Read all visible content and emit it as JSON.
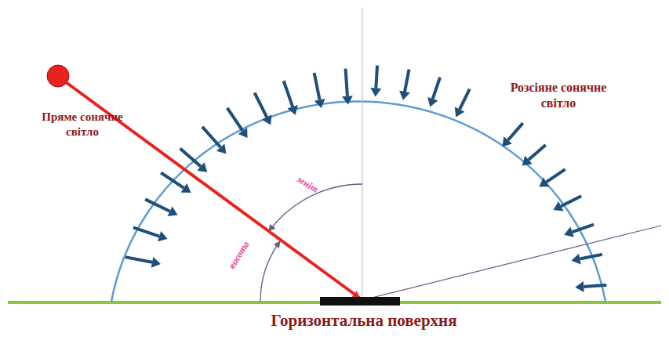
{
  "diagram": {
    "labels": [
      "Пряме сонячне світло",
      "Розсіяне сонячне світло",
      "зеніт",
      "висота",
      "Горизонтальна поверхня"
    ]
  }
}
